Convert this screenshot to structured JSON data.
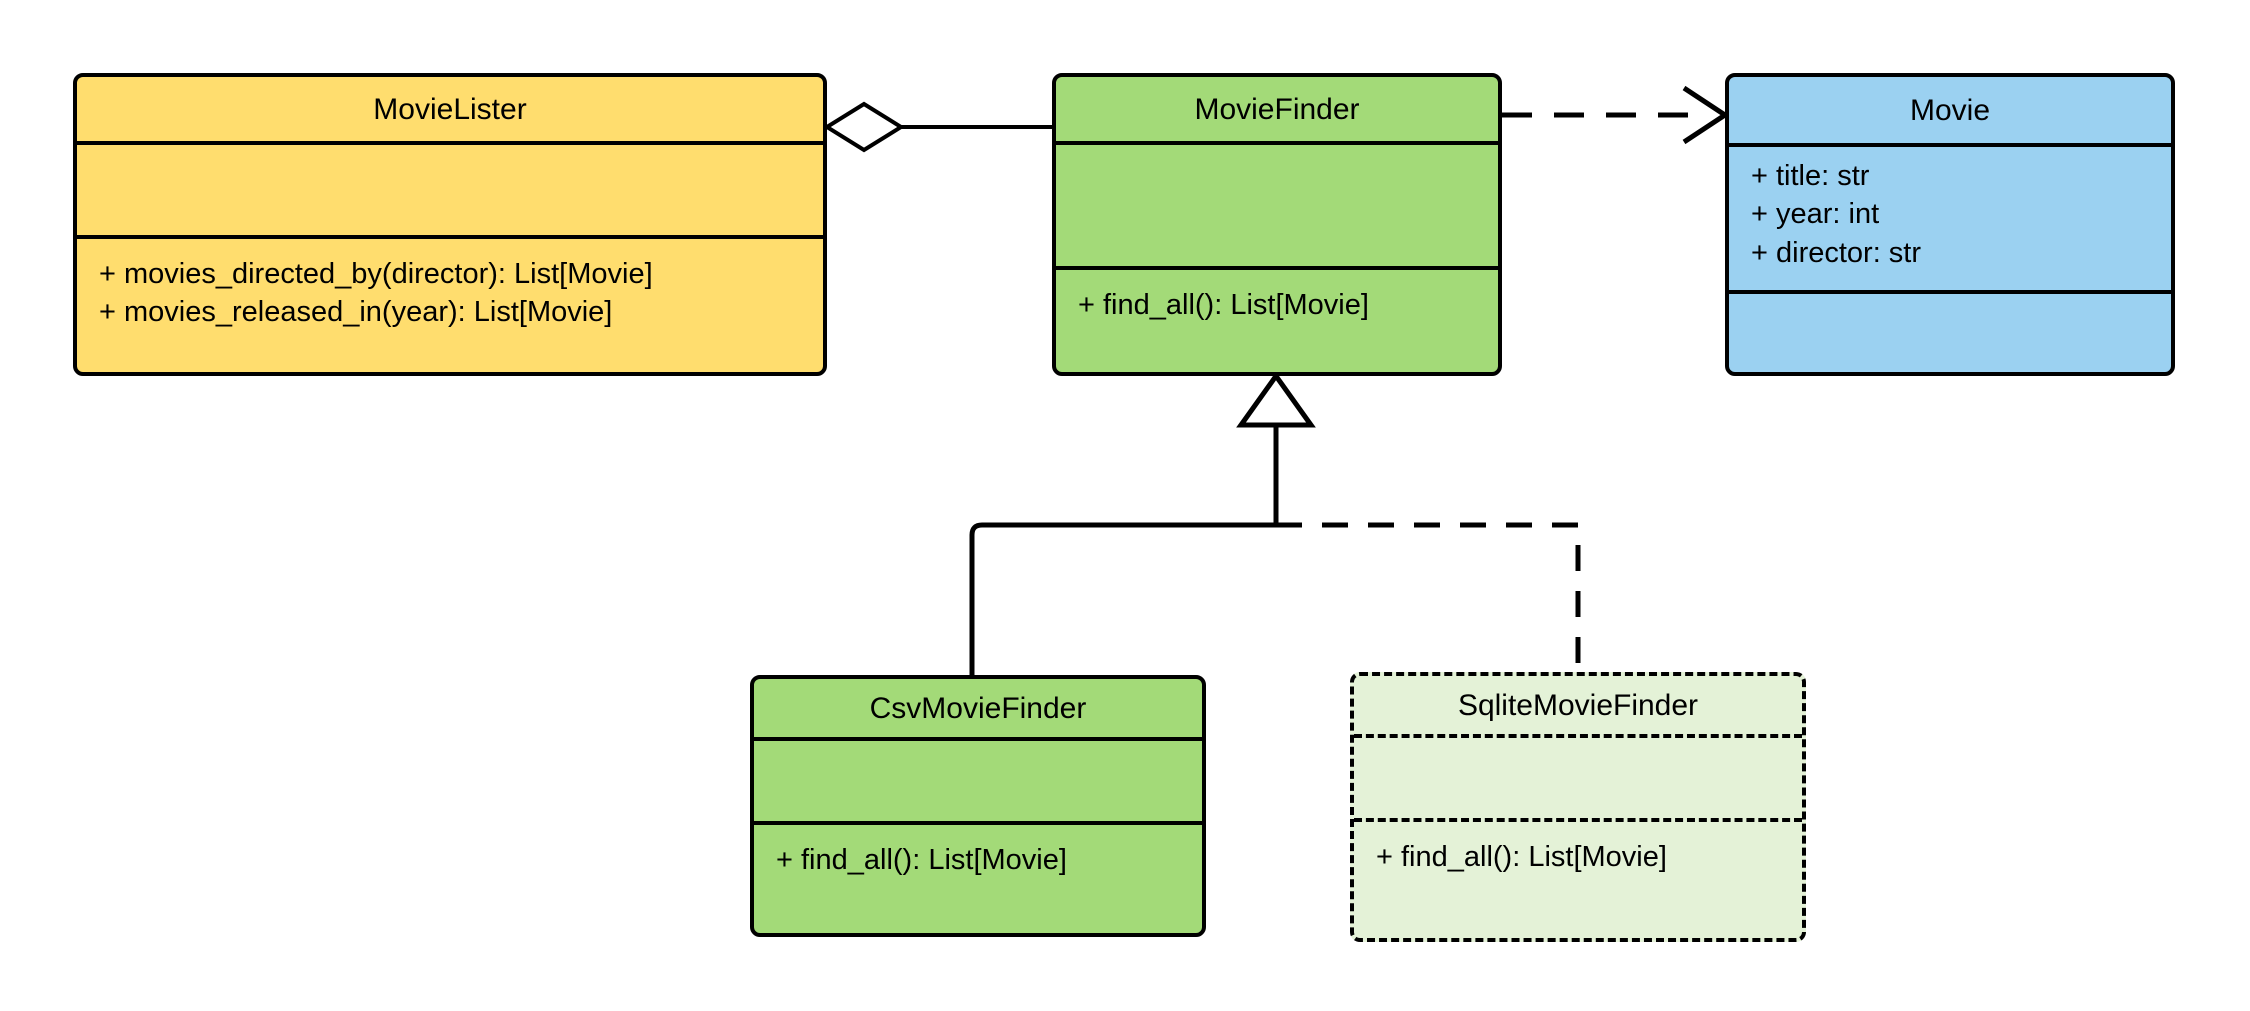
{
  "diagram": {
    "kind": "uml-class-diagram",
    "colors": {
      "yellow": "#ffdd6e",
      "green": "#a3da78",
      "blue": "#9bd1f1",
      "light_green": "#e4f2d7",
      "stroke": "#000000",
      "background": "#ffffff"
    }
  },
  "classes": {
    "movie_lister": {
      "name": "MovieLister",
      "attributes": [],
      "methods": [
        "+ movies_directed_by(director): List[Movie]",
        "+ movies_released_in(year): List[Movie]"
      ]
    },
    "movie_finder": {
      "name": "MovieFinder",
      "attributes": [],
      "methods": [
        "+ find_all(): List[Movie]"
      ]
    },
    "movie": {
      "name": "Movie",
      "attributes": [
        "+ title: str",
        "+ year: int",
        "+ director: str"
      ],
      "methods": []
    },
    "csv_movie_finder": {
      "name": "CsvMovieFinder",
      "attributes": [],
      "methods": [
        "+ find_all(): List[Movie]"
      ]
    },
    "sqlite_movie_finder": {
      "name": "SqliteMovieFinder",
      "attributes": [],
      "methods": [
        "+ find_all(): List[Movie]"
      ]
    }
  },
  "relationships": [
    {
      "id": "aggregation-lister-finder",
      "type": "aggregation",
      "from": "MovieLister",
      "to": "MovieFinder",
      "line": "solid",
      "source_marker": "hollow-diamond"
    },
    {
      "id": "dependency-finder-movie",
      "type": "dependency",
      "from": "MovieFinder",
      "to": "Movie",
      "line": "dashed",
      "target_marker": "open-arrow"
    },
    {
      "id": "generalization-csv-finder",
      "type": "generalization",
      "from": "CsvMovieFinder",
      "to": "MovieFinder",
      "line": "solid",
      "target_marker": "hollow-triangle"
    },
    {
      "id": "generalization-sqlite-finder",
      "type": "generalization",
      "from": "SqliteMovieFinder",
      "to": "MovieFinder",
      "line": "dashed",
      "target_marker": "hollow-triangle"
    }
  ]
}
